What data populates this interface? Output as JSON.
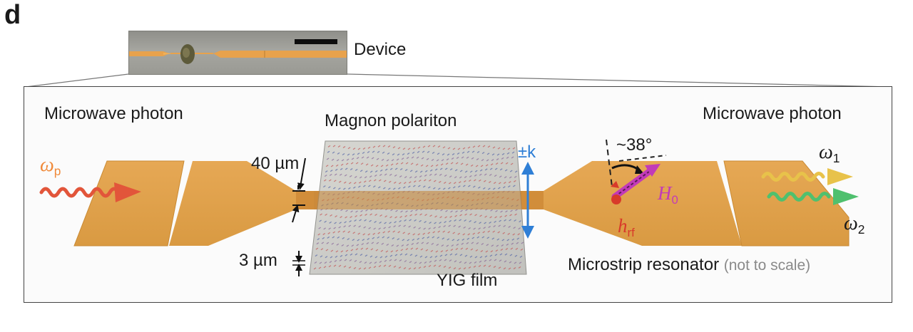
{
  "panel": {
    "letter": "d"
  },
  "device": {
    "label": "Device"
  },
  "labels": {
    "photon_left": "Microwave photon",
    "photon_right": "Microwave photon",
    "magnon": "Magnon polariton",
    "width_40": "40 µm",
    "width_3": "3 µm",
    "yig": "YIG film",
    "pm_k": "±k",
    "angle": "~38°",
    "resonator": "Microstrip resonator",
    "not_to_scale": "(not to scale)"
  },
  "symbols": {
    "omega": "ω",
    "p": "p",
    "one": "1",
    "two": "2",
    "H": "H",
    "zero": "0",
    "h": "h",
    "rf": "rf"
  },
  "colors": {
    "strip": "#e0a04a",
    "strip_dark": "#c98a34",
    "yig": "#c9c9c4",
    "pump": "#e2553a",
    "omega1": "#e8c24a",
    "omega2": "#4fc06e",
    "k_arrow": "#2f7fd6",
    "H0": "#c23ab8",
    "hrf": "#d83a2a",
    "omega_p_text": "#f08a3a"
  }
}
